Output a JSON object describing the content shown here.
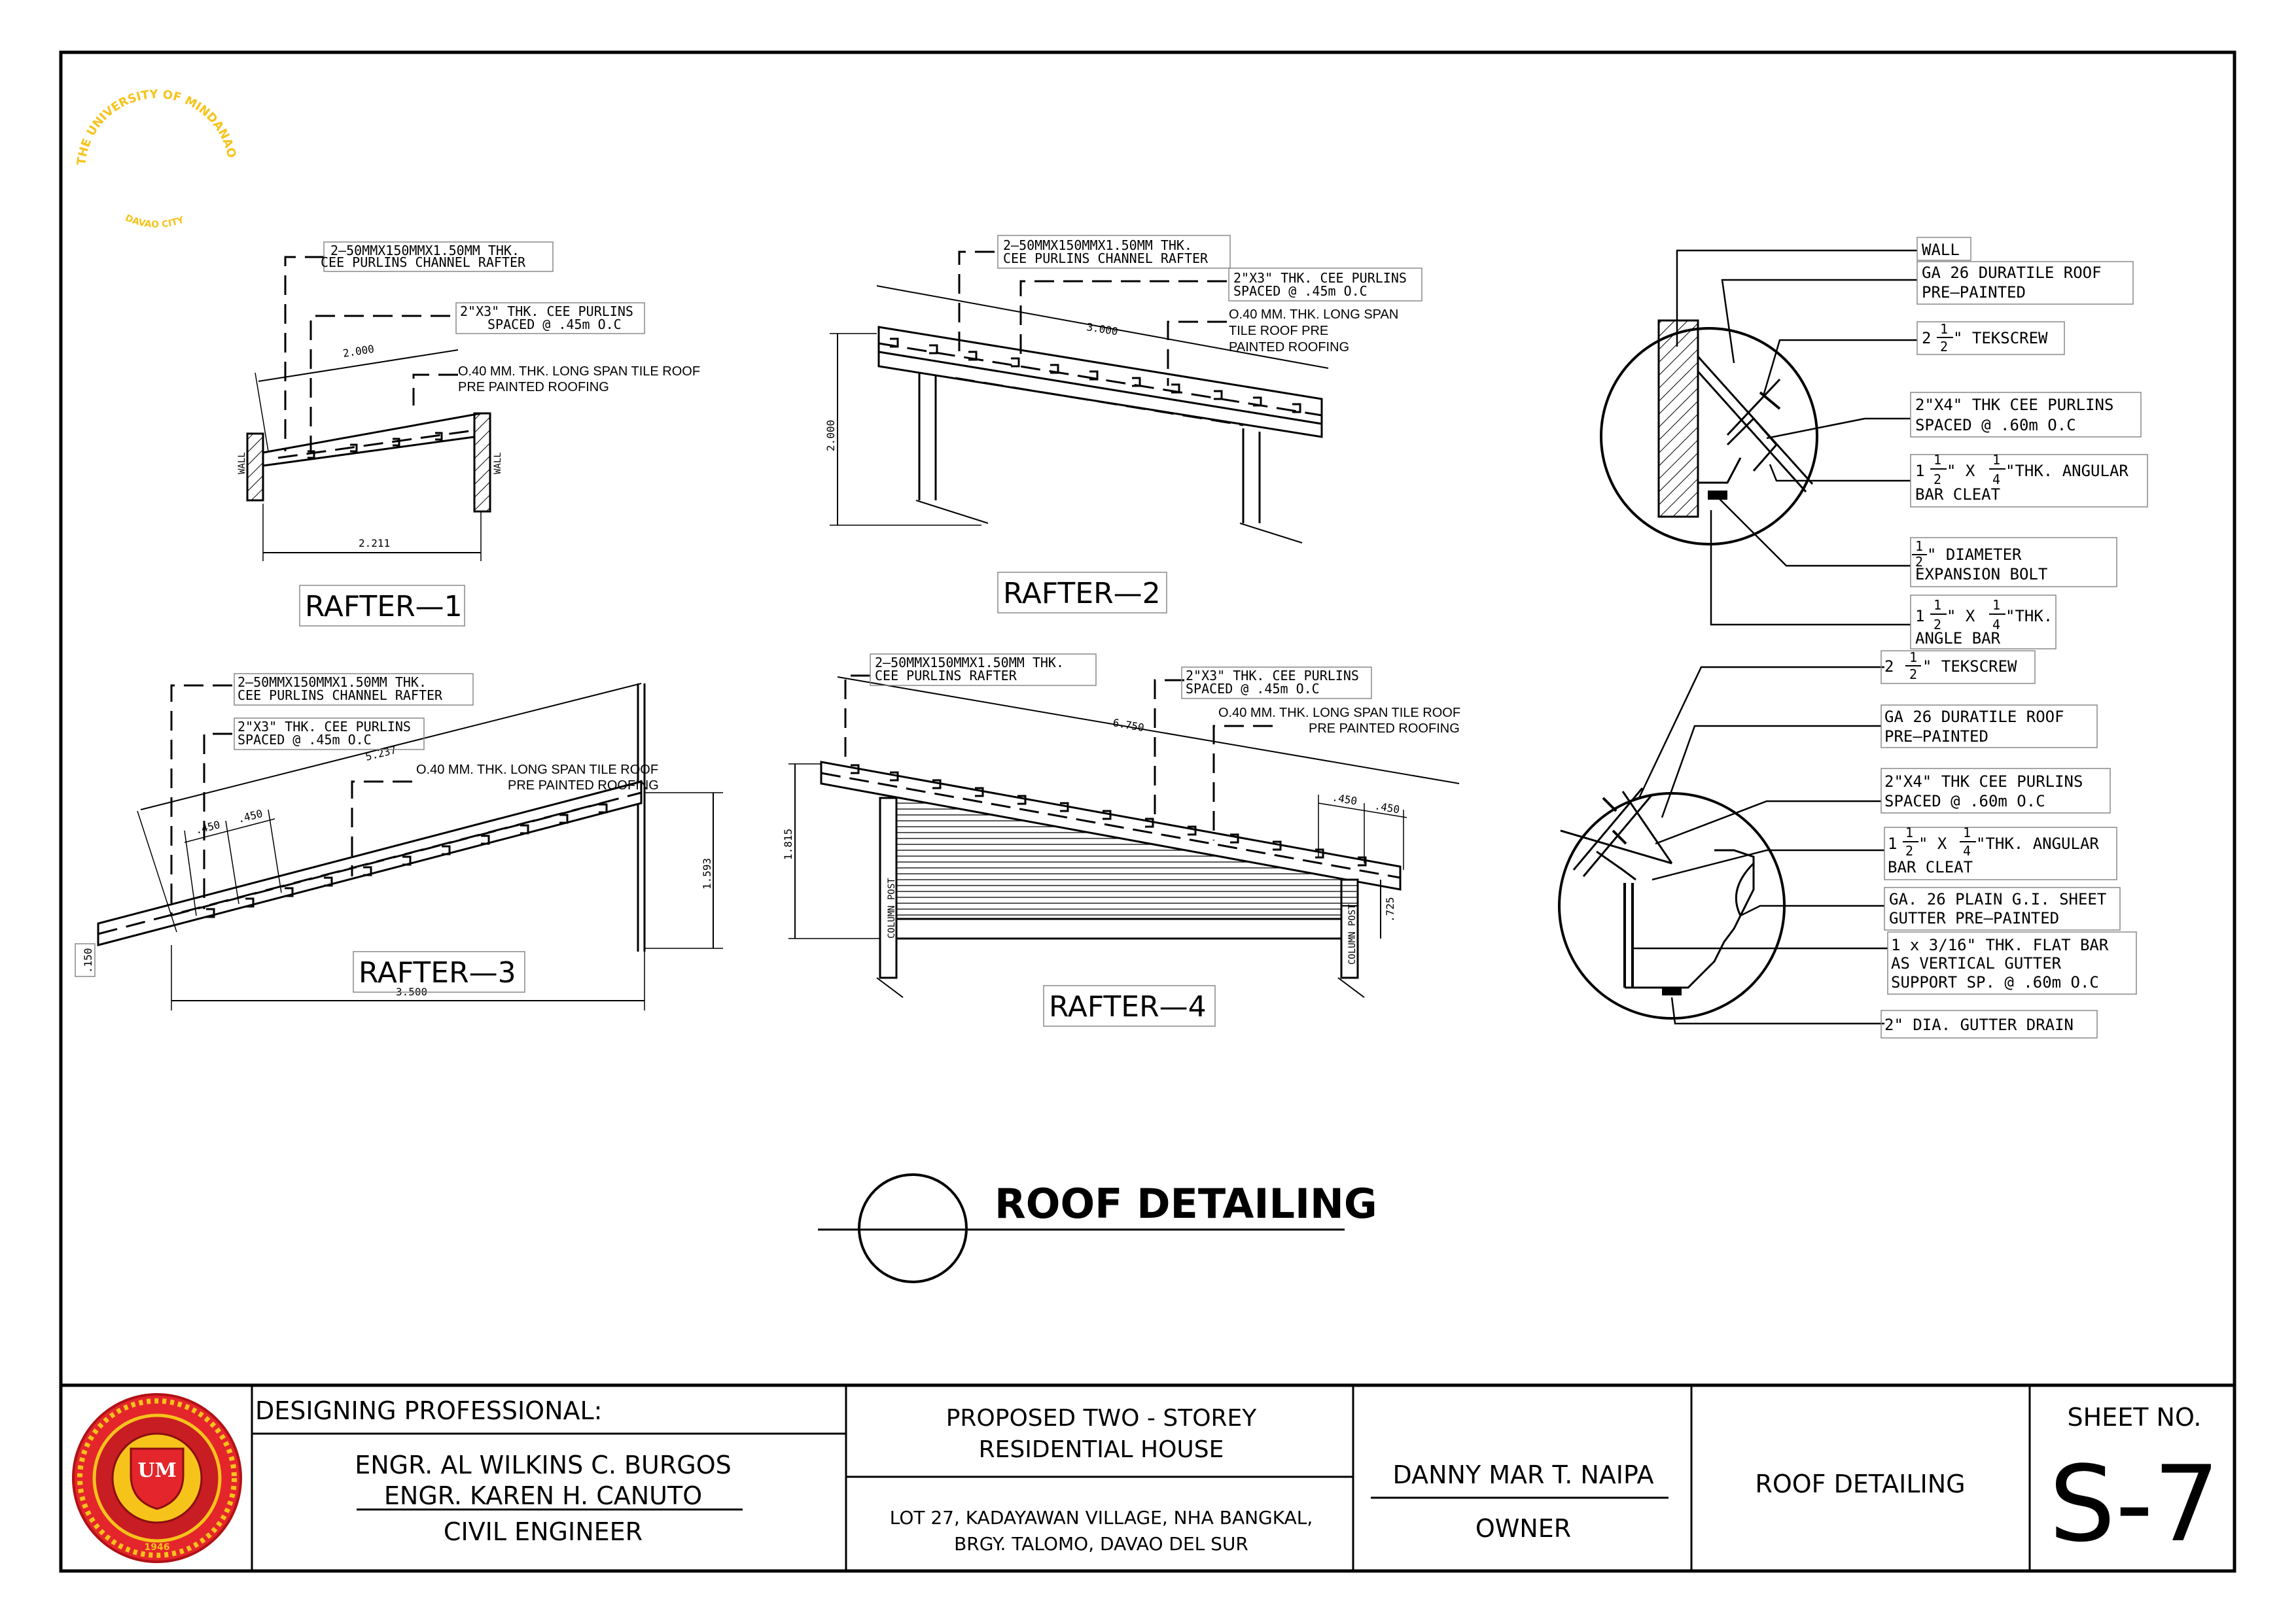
{
  "drawing": {
    "rafter1": {
      "title": "RAFTER—1",
      "note_purlins": [
        "2—50MMX150MMX1.50MM THK.",
        "CEE PURLINS CHANNEL RAFTER"
      ],
      "note_cee": [
        "2\"X3\" THK. CEE PURLINS",
        "SPACED @ .45m O.C"
      ],
      "note_roof": [
        "O.40 MM. THK. LONG SPAN TILE ROOF",
        "PRE PAINTED ROOFING"
      ],
      "dim_slope": "2.000",
      "dim_span": "2.211",
      "wall_left": "WALL",
      "wall_right": "WALL"
    },
    "rafter2": {
      "title": "RAFTER—2",
      "note_purlins": [
        "2—50MMX150MMX1.50MM THK.",
        "CEE PURLINS CHANNEL RAFTER"
      ],
      "note_cee": [
        "2\"X3\" THK. CEE PURLINS",
        "SPACED @ .45m O.C"
      ],
      "note_roof": [
        "O.40 MM. THK. LONG SPAN",
        "TILE ROOF PRE",
        "PAINTED ROOFING"
      ],
      "dim_slope": "3.000",
      "dim_height": "2.000"
    },
    "rafter3": {
      "title": "RAFTER—3",
      "note_purlins": [
        "2—50MMX150MMX1.50MM THK.",
        "CEE PURLINS CHANNEL RAFTER"
      ],
      "note_cee": [
        "2\"X3\" THK. CEE PURLINS",
        "SPACED @ .45m O.C"
      ],
      "note_roof": [
        "O.40 MM. THK. LONG SPAN TILE ROOF",
        "PRE PAINTED ROOFING"
      ],
      "dim_slope": "5.237",
      "dim_sp1": ".450",
      "dim_sp2": ".450",
      "dim_height": "1.593",
      "dim_eave": ".150",
      "dim_span": "3.500"
    },
    "rafter4": {
      "title": "RAFTER—4",
      "note_purlins": [
        "2—50MMX150MMX1.50MM THK.",
        "CEE PURLINS RAFTER"
      ],
      "note_cee": [
        "2\"X3\" THK. CEE PURLINS",
        "SPACED @ .45m O.C"
      ],
      "note_roof": [
        "O.40 MM. THK. LONG SPAN TILE ROOF",
        "PRE PAINTED ROOFING"
      ],
      "dim_slope": "6.750",
      "dim_sp1": ".450",
      "dim_sp2": ".450",
      "dim_height": "1.815",
      "dim_post": ".725",
      "post_left": "COLUMN POST",
      "post_right": "COLUMN POST"
    },
    "detail_wall": {
      "wall": "WALL",
      "duratile": [
        "GA 26 DURATILE ROOF",
        "PRE—PAINTED"
      ],
      "tekscrew_pre": "2",
      "tekscrew_post": "\" TEKSCREW",
      "purlins": [
        "2\"X4\" THK CEE PURLINS",
        "SPACED @ .60m O.C"
      ],
      "cleat_line2": "BAR CLEAT",
      "cleat_mid": "\" X",
      "cleat_end": "\"THK. ANGULAR",
      "bolt": [
        "\" DIAMETER",
        "EXPANSION BOLT"
      ],
      "angle_end": "\"THK.",
      "angle_line2": "ANGLE BAR"
    },
    "detail_gutter": {
      "tekscrew_pre": "2",
      "tekscrew_post": "\" TEKSCREW",
      "duratile": [
        "GA 26 DURATILE ROOF",
        "PRE—PAINTED"
      ],
      "purlins": [
        "2\"X4\" THK CEE PURLINS",
        "SPACED @ .60m O.C"
      ],
      "cleat_end": "\"THK. ANGULAR",
      "cleat_line2": "BAR CLEAT",
      "gutter": [
        "GA. 26 PLAIN G.I. SHEET",
        "GUTTER PRE—PAINTED"
      ],
      "flatbar": [
        "1 x 3/16\" THK. FLAT BAR",
        "AS VERTICAL GUTTER",
        "SUPPORT SP. @ .60m O.C"
      ],
      "drain": "2\" DIA. GUTTER DRAIN"
    },
    "fraction": {
      "one": "1",
      "two": "2",
      "four": "4"
    },
    "main_title": "ROOF DETAILING"
  },
  "title_block": {
    "logo_text": "THE UNIVERSITY OF MINDANAO",
    "logo_mono": "UM",
    "logo_city": "DAVAO CITY",
    "logo_year": "1946",
    "designing_label": "DESIGNING PROFESSIONAL:",
    "engineer1": "ENGR. AL WILKINS C. BURGOS",
    "engineer2": "ENGR. KAREN H. CANUTO",
    "role": "CIVIL ENGINEER",
    "project1": "PROPOSED TWO - STOREY",
    "project2": "RESIDENTIAL HOUSE",
    "location1": "LOT 27, KADAYAWAN VILLAGE, NHA BANGKAL,",
    "location2": "BRGY. TALOMO, DAVAO DEL SUR",
    "owner_name": "DANNY MAR T. NAIPA",
    "owner_label": "OWNER",
    "sheet_title": "ROOF DETAILING",
    "sheet_no_label": "SHEET NO.",
    "sheet_no": "S-7"
  }
}
